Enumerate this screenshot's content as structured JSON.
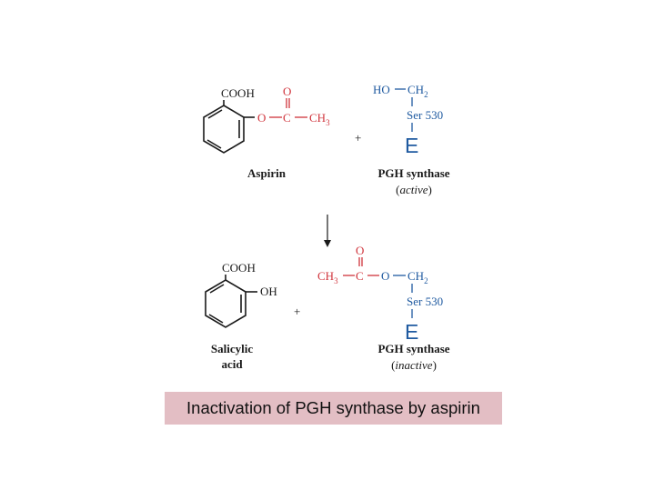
{
  "reaction_1": {
    "aspirin": {
      "cooh": "COOH",
      "ester_o": "O",
      "carbonyl_o": "O",
      "carbonyl_c": "C",
      "methyl_main": "CH",
      "methyl_sub": "3",
      "name": "Aspirin"
    },
    "plus": "+",
    "enzyme": {
      "ho": "HO",
      "ch_main": "CH",
      "ch_sub": "2",
      "residue": "Ser 530",
      "letter": "E",
      "name": "PGH synthase",
      "state": "(active)"
    }
  },
  "reaction_2": {
    "salicylic": {
      "cooh": "COOH",
      "oh": "OH",
      "name_line1": "Salicylic",
      "name_line2": "acid"
    },
    "plus": "+",
    "enzyme": {
      "methyl_main": "CH",
      "methyl_sub": "3",
      "carbonyl_c": "C",
      "carbonyl_o": "O",
      "link_o": "O",
      "ch_main": "CH",
      "ch_sub": "2",
      "residue": "Ser 530",
      "letter": "E",
      "name": "PGH synthase",
      "state": "(inactive)"
    }
  },
  "caption": "Inactivation of PGH synthase by aspirin",
  "colors": {
    "acetyl_red": "#d0343c",
    "enzyme_blue": "#1f5aa0",
    "caption_bg": "#e3bec4"
  }
}
